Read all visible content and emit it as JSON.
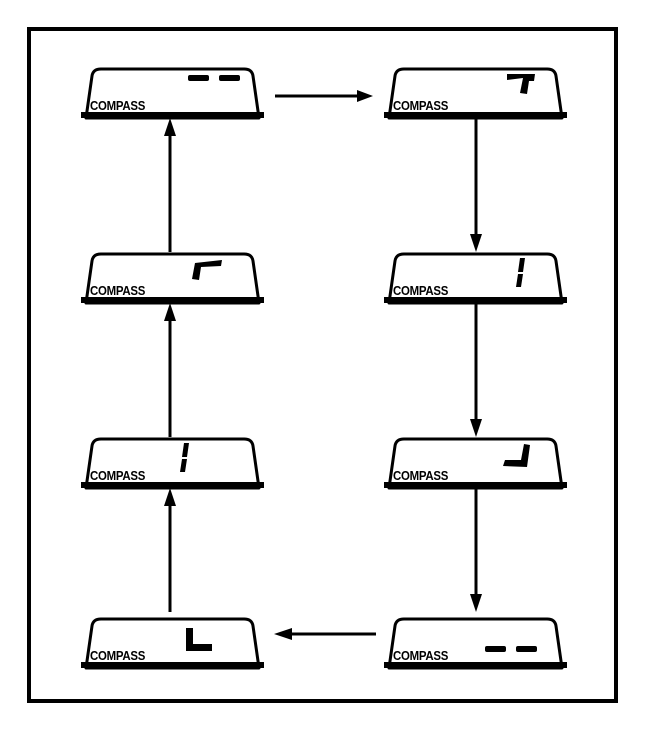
{
  "figure": {
    "title": "COMPASS",
    "frame_color": "#000000",
    "background_color": "#ffffff",
    "stroke_color": "#000000",
    "columns": 2,
    "rows": 4,
    "unit_count": 8
  },
  "units": [
    {
      "id": "unit-1",
      "label": "COMPASS",
      "segment_name": "two-dashes-upper",
      "segment_description": "two short horizontal dashes, upper position",
      "position": "left-column-row-1"
    },
    {
      "id": "unit-2",
      "label": "COMPASS",
      "segment_name": "top-right-corner-hook",
      "segment_description": "hook shape opening down-left, top-right corner",
      "position": "right-column-row-1"
    },
    {
      "id": "unit-3",
      "label": "COMPASS",
      "segment_name": "vertical-bar",
      "segment_description": "slanted vertical bar with notch",
      "position": "right-column-row-2"
    },
    {
      "id": "unit-4",
      "label": "COMPASS",
      "segment_name": "bottom-left-hook",
      "segment_description": "hook shape opening up-right, bottom-left",
      "position": "right-column-row-3"
    },
    {
      "id": "unit-5",
      "label": "COMPASS",
      "segment_name": "two-dashes-lower",
      "segment_description": "two short horizontal dashes, lower position",
      "position": "right-column-row-4"
    },
    {
      "id": "unit-6",
      "label": "COMPASS",
      "segment_name": "corner-L-shape",
      "segment_description": "L shaped corner, opening up-right",
      "position": "left-column-row-4"
    },
    {
      "id": "unit-7",
      "label": "COMPASS",
      "segment_name": "vertical-bar",
      "segment_description": "slanted vertical bar with notch",
      "position": "left-column-row-3"
    },
    {
      "id": "unit-8",
      "label": "COMPASS",
      "segment_name": "top-left-corner-hook",
      "segment_description": "hook shape opening down-right, top-left corner",
      "position": "left-column-row-2"
    }
  ],
  "connectors": [
    {
      "id": "arrow-1",
      "from": "unit-1",
      "to": "unit-2",
      "direction": "right"
    },
    {
      "id": "arrow-2",
      "from": "unit-2",
      "to": "unit-3",
      "direction": "down"
    },
    {
      "id": "arrow-3",
      "from": "unit-3",
      "to": "unit-4",
      "direction": "down"
    },
    {
      "id": "arrow-4",
      "from": "unit-4",
      "to": "unit-5",
      "direction": "down"
    },
    {
      "id": "arrow-5",
      "from": "unit-5",
      "to": "unit-6",
      "direction": "left"
    },
    {
      "id": "arrow-6",
      "from": "unit-6",
      "to": "unit-7",
      "direction": "up"
    },
    {
      "id": "arrow-7",
      "from": "unit-7",
      "to": "unit-8",
      "direction": "up"
    },
    {
      "id": "arrow-8",
      "from": "unit-8",
      "to": "unit-1",
      "direction": "up"
    }
  ]
}
